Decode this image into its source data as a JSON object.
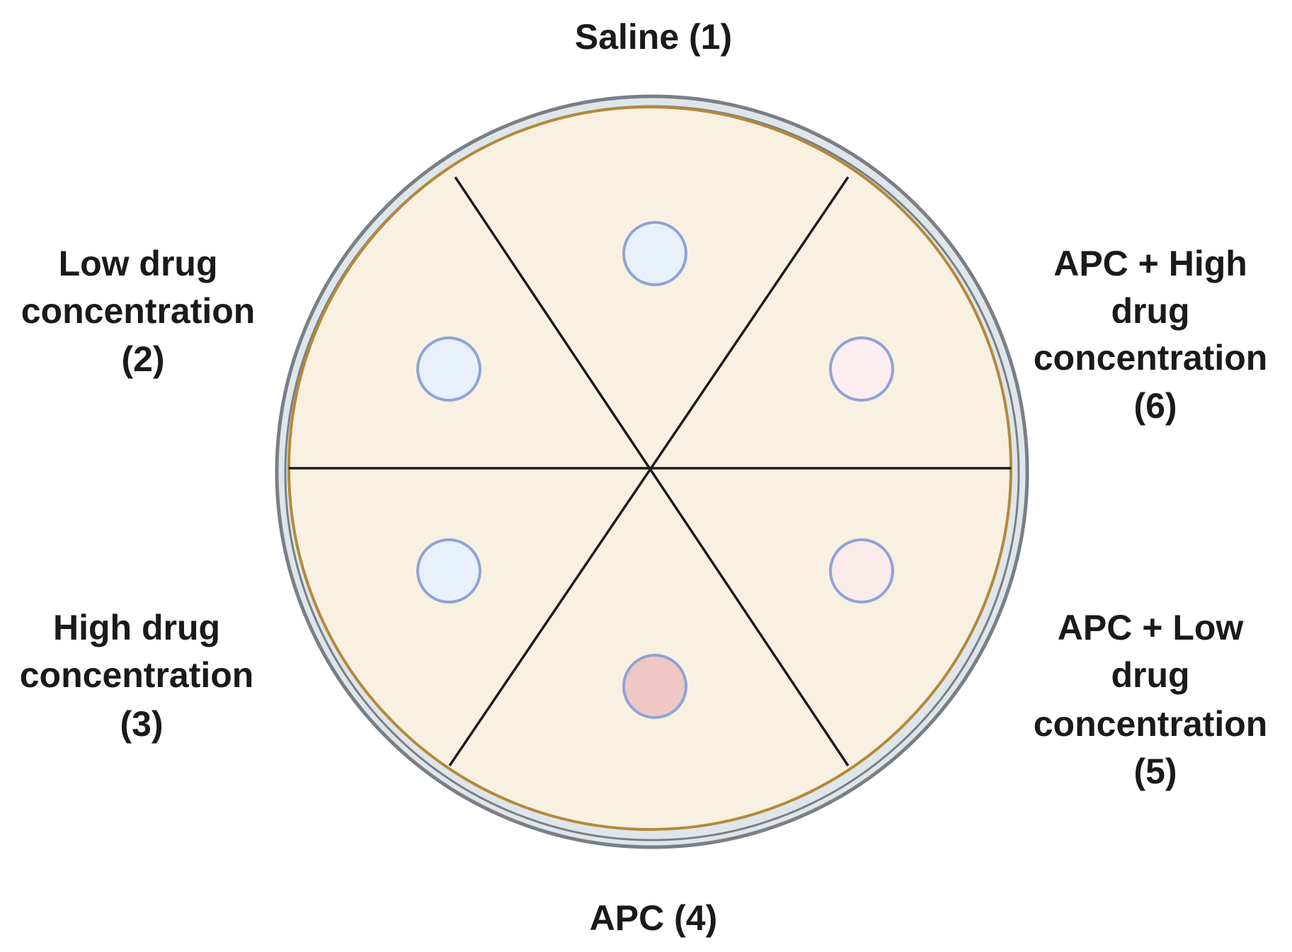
{
  "labels": {
    "saline": [
      "Saline (1)"
    ],
    "low_drug": [
      "Low drug",
      "concentration",
      "(2)"
    ],
    "high_drug": [
      "High drug",
      "concentration",
      "(3)"
    ],
    "apc": [
      "APC (4)"
    ],
    "apc_low": [
      "APC + Low",
      "drug",
      "concentration",
      "(5)"
    ],
    "apc_high": [
      "APC + High",
      "drug",
      "concentration",
      "(6)"
    ]
  },
  "colors": {
    "dish_rim": "#7a7f86",
    "dish_rim_fill": "#dfe6ea",
    "agar_border": "#b5883a",
    "agar_fill": "#f8f1e1",
    "divider": "#1c1c1c",
    "well_stroke": "#8fa3d6",
    "well_saline": "#e8f0fb",
    "well_low_drug": "#e8f0fb",
    "well_high_drug": "#e8f0fb",
    "well_apc": "#efc8c6",
    "well_apc_low": "#faeaea",
    "well_apc_high": "#fcedf1"
  }
}
